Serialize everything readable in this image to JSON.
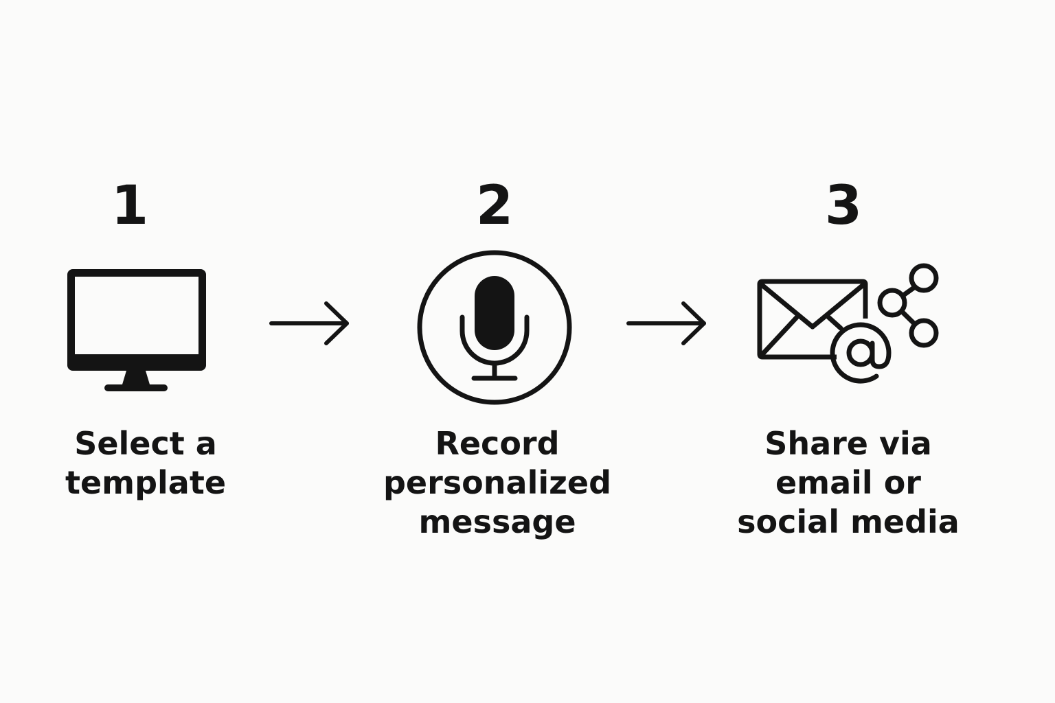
{
  "steps": [
    {
      "number": "1",
      "icon": "monitor-icon",
      "label_lines": [
        "Select a",
        "template"
      ]
    },
    {
      "number": "2",
      "icon": "microphone-icon",
      "label_lines": [
        "Record",
        "personalized",
        "message"
      ]
    },
    {
      "number": "3",
      "icon": "email-share-icon",
      "label_lines": [
        "Share via",
        "email or",
        "social media"
      ]
    }
  ],
  "arrows": [
    "right-arrow-icon",
    "right-arrow-icon"
  ],
  "colors": {
    "background": "#fbfbfa",
    "ink": "#141414"
  }
}
